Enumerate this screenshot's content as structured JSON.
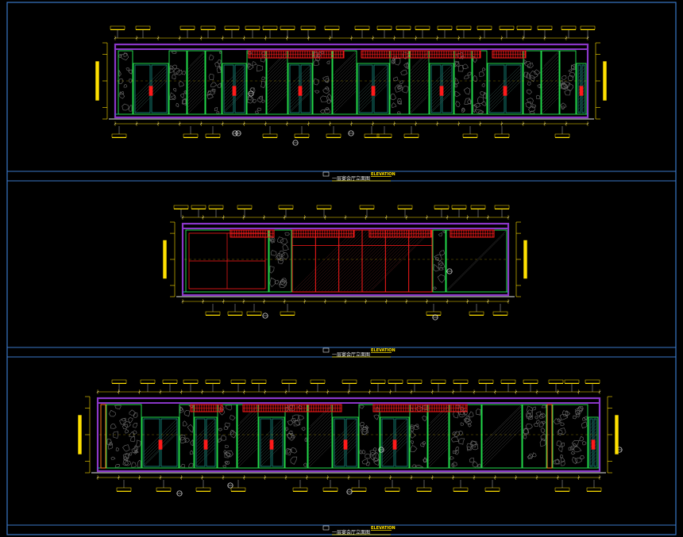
{
  "colors": {
    "background": "#000000",
    "frame": "#3a78c8",
    "purple": "#8a36c8",
    "yellow": "#ffe000",
    "green": "#22d84a",
    "teal": "#1aa89a",
    "red": "#ff1a1a",
    "white": "#e8e8e8",
    "orange": "#ff7a1a",
    "gray": "#6e6e6e"
  },
  "sheets": [
    {
      "title_cn": "一层宴会厅立面图",
      "title_en": "ELEVATION"
    },
    {
      "title_cn": "一层宴会厅立面图",
      "title_en": "ELEVATION"
    },
    {
      "title_cn": "一层宴会厅立面图",
      "title_en": "ELEVATION"
    }
  ]
}
